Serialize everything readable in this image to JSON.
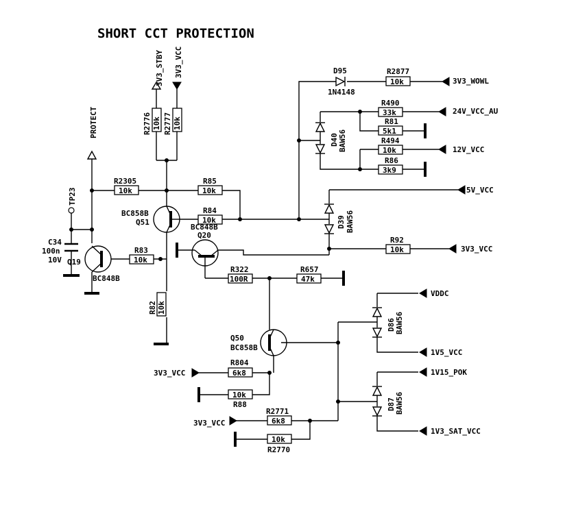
{
  "title": "SHORT CCT PROTECTION",
  "nets": {
    "stby": "3V3_STBY",
    "vcc": "3V3_VCC",
    "protect": "PROTECT",
    "tp": "TP23",
    "wowl": "3V3_WOWL",
    "v24": "24V_VCC_AU",
    "v12": "12V_VCC",
    "v5": "5V_VCC",
    "v33": "3V3_VCC",
    "vddc": "VDDC",
    "v15": "1V5_VCC",
    "v115": "1V15_POK",
    "v13": "1V3_SAT_VCC",
    "v33b": "3V3_VCC",
    "v33c": "3V3_VCC"
  },
  "resistors": [
    {
      "ref": "R2776",
      "value": "10k"
    },
    {
      "ref": "R2777",
      "value": "10k"
    },
    {
      "ref": "R2305",
      "value": "10k"
    },
    {
      "ref": "R85",
      "value": "10k"
    },
    {
      "ref": "R84",
      "value": "10k"
    },
    {
      "ref": "R83",
      "value": "10k"
    },
    {
      "ref": "R82",
      "value": "10k"
    },
    {
      "ref": "R2877",
      "value": "10k"
    },
    {
      "ref": "R490",
      "value": "33k"
    },
    {
      "ref": "R81",
      "value": "5k1"
    },
    {
      "ref": "R494",
      "value": "10k"
    },
    {
      "ref": "R86",
      "value": "3k9"
    },
    {
      "ref": "R92",
      "value": "10k"
    },
    {
      "ref": "R322",
      "value": "100R"
    },
    {
      "ref": "R657",
      "value": "47k"
    },
    {
      "ref": "R804",
      "value": "6k8"
    },
    {
      "ref": "R88",
      "value": "10k"
    },
    {
      "ref": "R2771",
      "value": "6k8"
    },
    {
      "ref": "R2770",
      "value": "10k"
    }
  ],
  "transistors": [
    {
      "ref": "Q51",
      "type": "BC858B"
    },
    {
      "ref": "Q20",
      "type": "BC848B"
    },
    {
      "ref": "Q19",
      "type": "BC848B"
    },
    {
      "ref": "Q50",
      "type": "BC858B"
    }
  ],
  "diodes": [
    {
      "ref": "D95",
      "type": "1N4148"
    },
    {
      "ref": "D40",
      "type": "BAW56"
    },
    {
      "ref": "D39",
      "type": "BAW56"
    },
    {
      "ref": "D86",
      "type": "BAW56"
    },
    {
      "ref": "D87",
      "type": "BAW56"
    }
  ],
  "capacitor": {
    "ref": "C34",
    "value": "100n",
    "voltage": "10V"
  }
}
